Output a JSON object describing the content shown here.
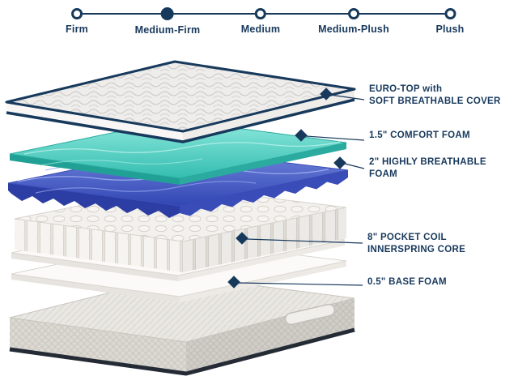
{
  "firmness_scale": {
    "items": [
      {
        "label": "Firm",
        "active": false
      },
      {
        "label": "Medium-Firm",
        "active": true
      },
      {
        "label": "Medium",
        "active": false
      },
      {
        "label": "Medium-Plush",
        "active": false
      },
      {
        "label": "Plush",
        "active": false
      }
    ]
  },
  "diagram": {
    "layer_labels": [
      {
        "line1": "EURO-TOP with",
        "line2": "SOFT BREATHABLE COVER"
      },
      {
        "line1": "1.5\" COMFORT FOAM",
        "line2": ""
      },
      {
        "line1": "2\" HIGHLY BREATHABLE",
        "line2": "FOAM"
      },
      {
        "line1": "8\" POCKET COIL",
        "line2": "INNERSPRING CORE"
      },
      {
        "line1": "0.5\" BASE FOAM",
        "line2": ""
      }
    ]
  },
  "colors": {
    "navy": "#17395c",
    "teal": "#3cc4b7",
    "blue": "#3a50bb",
    "coil_white": "#f3f1ed",
    "fabric_gray": "#dcd9d3"
  }
}
